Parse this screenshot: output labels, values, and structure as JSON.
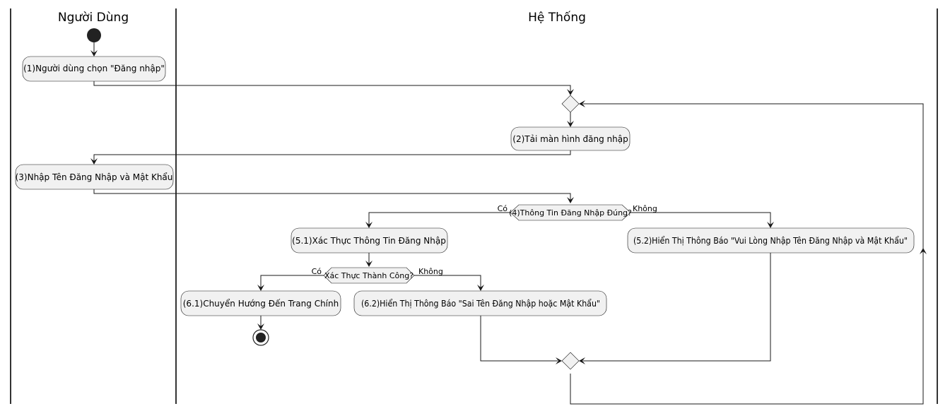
{
  "lanes": {
    "user": "Người Dùng",
    "system": "Hệ Thống"
  },
  "nodes": {
    "step1": "(1)Người dùng chọn \"Đăng nhập\"",
    "step2": "(2)Tải màn hình đăng nhập",
    "step3": "(3)Nhập Tên Đăng Nhập và Mật Khẩu",
    "step5_1": "(5.1)Xác Thực Thông Tin Đăng Nhập",
    "step5_2": "(5.2)Hiển Thị Thông Báo \"Vui Lòng Nhập Tên Đăng Nhập và Mật Khẩu\"",
    "step6_1": "(6.1)Chuyển Hướng Đến Trang Chính",
    "step6_2": "(6.2)Hiển Thị Thông Báo \"Sai Tên Đăng Nhập hoặc Mật Khẩu\""
  },
  "decisions": {
    "d4": {
      "label": "(4)Thông Tin Đăng Nhập Đúng?",
      "yes": "Có",
      "no": "Không"
    },
    "d6": {
      "label": "Xác Thực Thành Công?",
      "yes": "Có",
      "no": "Không"
    }
  }
}
